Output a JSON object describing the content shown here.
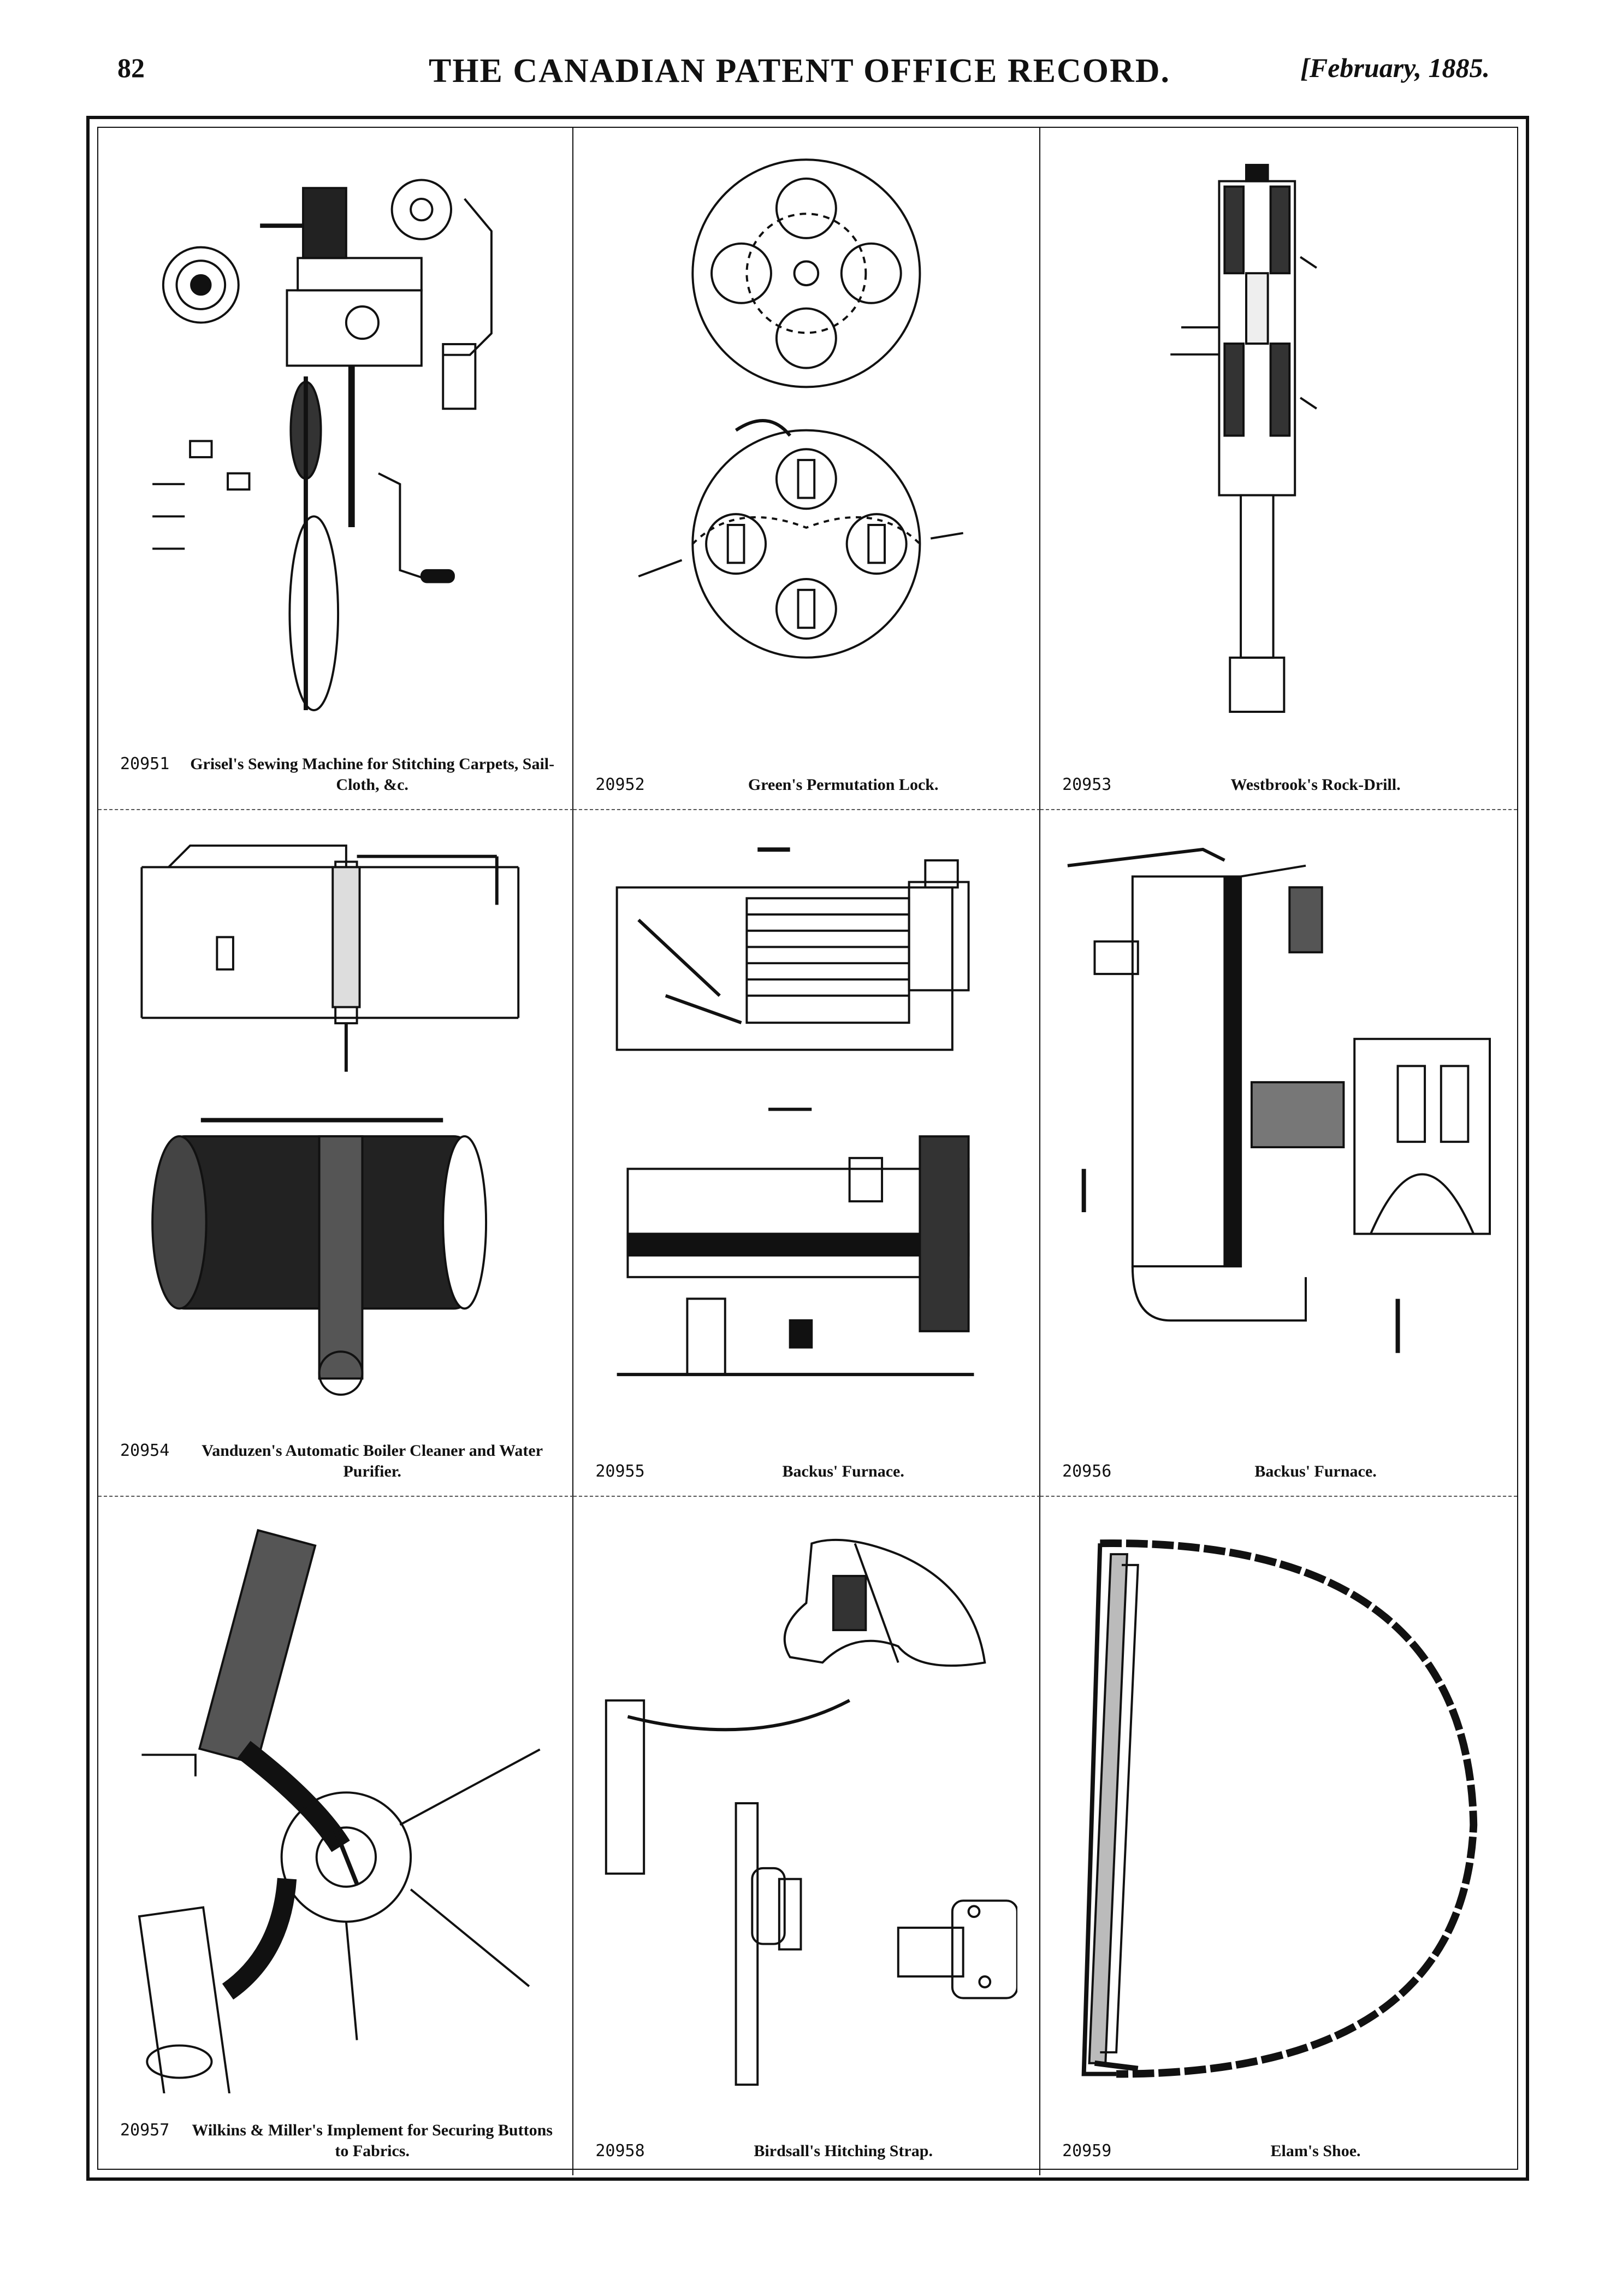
{
  "header": {
    "page_number": "82",
    "title": "THE CANADIAN PATENT OFFICE RECORD.",
    "date": "[February, 1885."
  },
  "patents": [
    {
      "number": "20951",
      "title": "Grisel's Sewing Machine for Stitching Carpets, Sail-Cloth, &c.",
      "drawing_icon": "sewing-machine-drawing"
    },
    {
      "number": "20952",
      "title": "Green's Permutation Lock.",
      "drawing_icon": "permutation-lock-drawing"
    },
    {
      "number": "20953",
      "title": "Westbrook's Rock-Drill.",
      "drawing_icon": "rock-drill-drawing"
    },
    {
      "number": "20954",
      "title": "Vanduzen's Automatic Boiler Cleaner and Water Purifier.",
      "drawing_icon": "boiler-cleaner-drawing"
    },
    {
      "number": "20955",
      "title": "Backus' Furnace.",
      "drawing_icon": "furnace-drawing"
    },
    {
      "number": "20956",
      "title": "Backus' Furnace.",
      "drawing_icon": "furnace-section-drawing"
    },
    {
      "number": "20957",
      "title": "Wilkins & Miller's Implement for Securing Buttons to Fabrics.",
      "drawing_icon": "button-implement-drawing"
    },
    {
      "number": "20958",
      "title": "Birdsall's Hitching Strap.",
      "drawing_icon": "hitching-strap-drawing"
    },
    {
      "number": "20959",
      "title": "Elam's Shoe.",
      "drawing_icon": "shoe-drawing"
    }
  ]
}
